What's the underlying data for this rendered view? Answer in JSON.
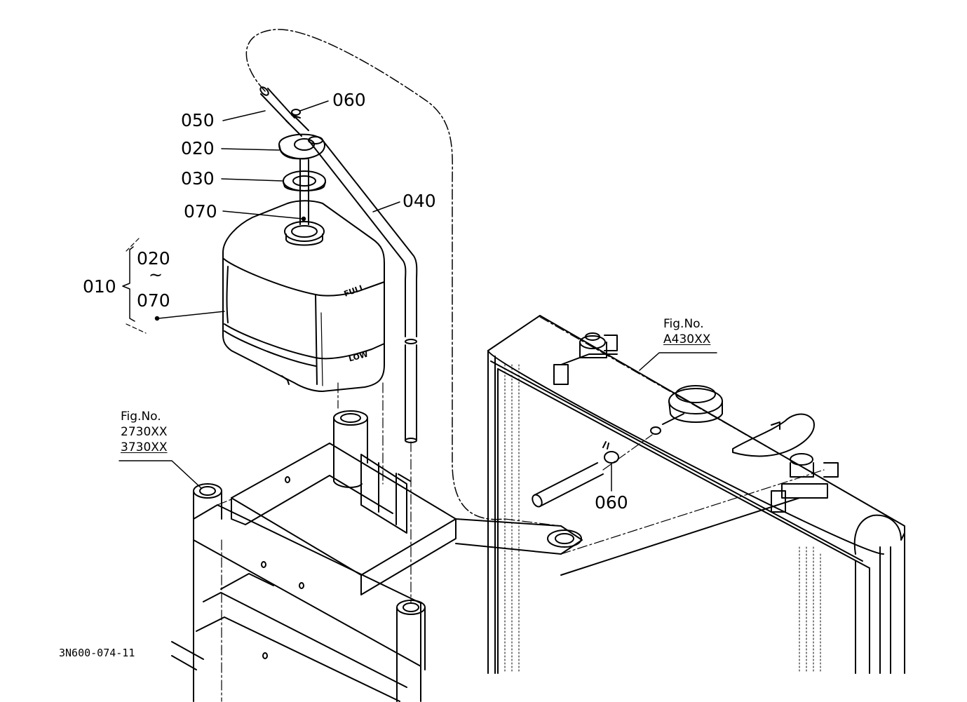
{
  "labels": {
    "p050": "050",
    "p060_top": "060",
    "p020": "020",
    "p030": "030",
    "p040": "040",
    "p070": "070",
    "p010": "010",
    "set_from": "020",
    "set_tilde": "~",
    "set_to": "070",
    "p060_bottom": "060"
  },
  "tank_marks": {
    "full": "FULL",
    "low": "LOW"
  },
  "fig_ref_radiator": {
    "prefix": "Fig.No.",
    "number": "A430XX"
  },
  "fig_ref_frame": {
    "prefix": "Fig.No.",
    "number_1": "2730XX",
    "number_2": "3730XX"
  },
  "drawing_code": "3N600-074-11"
}
